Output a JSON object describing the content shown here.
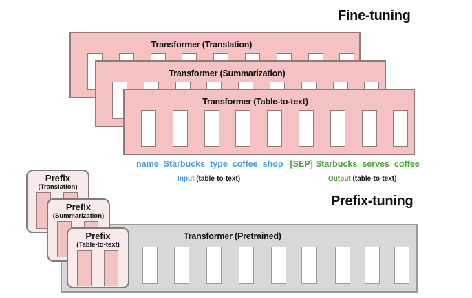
{
  "fine_tuning": {
    "title": "Fine-tuning",
    "transformers": [
      {
        "label": "Transformer (Translation)",
        "cells": 9
      },
      {
        "label": "Transformer (Summarization)",
        "cells": 9
      },
      {
        "label": "Transformer (Table-to-text)",
        "cells": 9
      }
    ],
    "input_tokens": [
      "name",
      "Starbucks",
      "type",
      "coffee",
      "shop"
    ],
    "output_tokens": [
      "[SEP]",
      "Starbucks",
      "serves",
      "coffee"
    ],
    "input_label": {
      "key": "Input",
      "rest": "(table-to-text)"
    },
    "output_label": {
      "key": "Output",
      "rest": "(table-to-text)"
    },
    "colors": {
      "input": "#4a9de0",
      "output": "#4aa33a",
      "transformer_fill": "#f4c2c2",
      "pretrained_fill": "#d8d8d8"
    }
  },
  "prefix_tuning": {
    "title": "Prefix-tuning",
    "prefixes": [
      {
        "title": "Prefix",
        "task": "(Translation)"
      },
      {
        "title": "Prefix",
        "task": "(Summarization)"
      },
      {
        "title": "Prefix",
        "task": "(Table-to-text)"
      }
    ],
    "pretrained": {
      "label": "Transformer  (Pretrained)",
      "cells": 9
    }
  }
}
